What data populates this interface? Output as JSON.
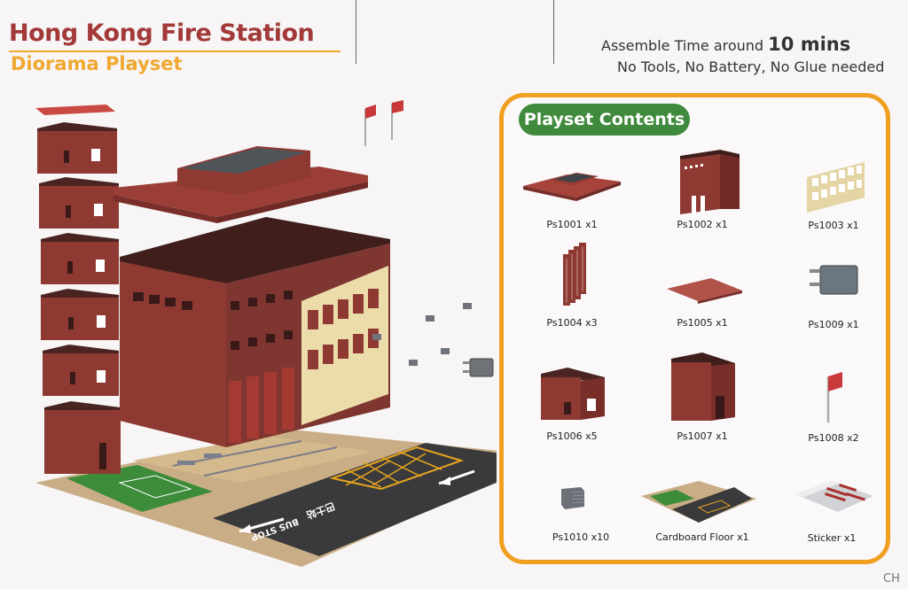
{
  "header": {
    "title": "Hong Kong Fire Station",
    "subtitle": "Diorama Playset",
    "assemble_prefix": "Assemble Time around",
    "assemble_time": "10 mins",
    "requirements": "No Tools, No Battery, No Glue needed"
  },
  "contents": {
    "heading": "Playset Contents",
    "items": [
      {
        "code": "Ps1001",
        "qty": "x1",
        "label": "Ps1001  x1",
        "icon": "roof-piece-icon"
      },
      {
        "code": "Ps1002",
        "qty": "x1",
        "label": "Ps1002  x1",
        "icon": "main-building-icon"
      },
      {
        "code": "Ps1003",
        "qty": "x1",
        "label": "Ps1003  x1",
        "icon": "window-frame-icon"
      },
      {
        "code": "Ps1004",
        "qty": "x3",
        "label": "Ps1004  x3",
        "icon": "garage-door-icon"
      },
      {
        "code": "Ps1005",
        "qty": "x1",
        "label": "Ps1005  x1",
        "icon": "flat-panel-icon"
      },
      {
        "code": "Ps1009",
        "qty": "x1",
        "label": "Ps1009  x1",
        "icon": "sign-board-icon"
      },
      {
        "code": "Ps1006",
        "qty": "x5",
        "label": "Ps1006  x5",
        "icon": "tower-box-icon"
      },
      {
        "code": "Ps1007",
        "qty": "x1",
        "label": "Ps1007  x1",
        "icon": "tall-box-icon"
      },
      {
        "code": "Ps1008",
        "qty": "x2",
        "label": "Ps1008  x2",
        "icon": "flag-icon"
      },
      {
        "code": "Ps1010",
        "qty": "x10",
        "label": "Ps1010  x10",
        "icon": "air-conditioner-icon"
      },
      {
        "code": "Cardboard Floor",
        "qty": "x1",
        "label": "Cardboard Floor  x1",
        "icon": "cardboard-floor-icon"
      },
      {
        "code": "Sticker",
        "qty": "x1",
        "label": "Sticker  x1",
        "icon": "sticker-sheet-icon"
      }
    ]
  },
  "road_markings": {
    "bus_stop_en": "BUS STOP",
    "bus_stop_zh": "巴士站"
  },
  "footer": {
    "page_code": "CH"
  },
  "colors": {
    "title": "#a33a3a",
    "accent_orange": "#f0a020",
    "badge_green": "#3f8a3c",
    "brick": "#8e3a33",
    "cream": "#f0e2b4",
    "road": "#3a3a3c",
    "pavement": "#c9ad86"
  }
}
